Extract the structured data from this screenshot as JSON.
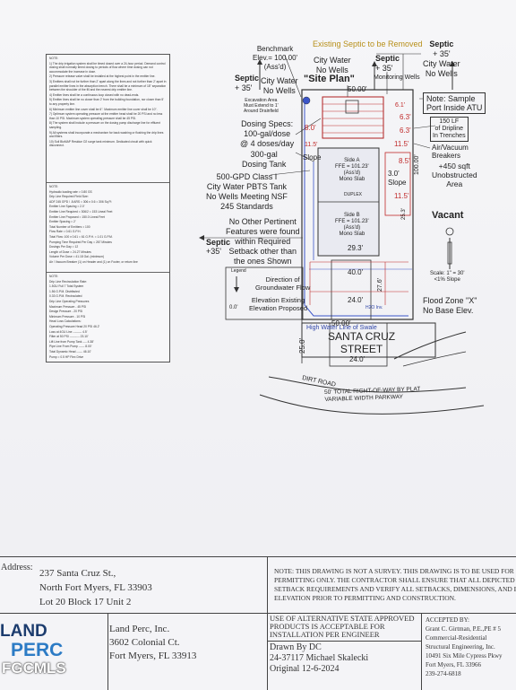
{
  "notes": {
    "sections": [
      [
        "NOTE:",
        "1) The drip irrigation system shall be timed dosed over a 24-hour period. Demand control dosing shall normally timed dosing to periods of flow where time dosing can not accommodate the increase in dose.",
        "2) Pressure release valve shall be installed at the highest point in the emitter line.",
        "3) Emitters shall not be further than 2' apart along the lines and not further than 2' apart in parallel emitter lines in the absorption trench. There shall be a minimum of 18\" separation between the shoulder of the fill and the nearest drip emitter line.",
        "4) Emitter lines shall be a continuous loop closed with no dead-ends.",
        "5) Emitter lines shall be no closer than 2' from the building foundation, nor closer than 5' to any property line.",
        "6) Minimum emitter line cover shall be 6\". Maximum emitter line cover shall be 10\".",
        "7) Optimum system operating pressure at the emitter head shall be 20 PSI and no less than 10 PSI. Maximum system operating pressure shall be 45 PSI.",
        "8) The system shall include a pressure on the dosing pump discharge line for effluent sampling.",
        "9) All systems shall incorporate a mechanism for back washing or flushing the drip lines and filters.",
        "10) Soil BioMAP Residue O2 surge tank minimum. Dedicated circuit with quick disconnect."
      ],
      [
        "NOTE:",
        "Hydraulic loading rate = 0.80 GS",
        "Drip Line Required Field Size:",
        "ADF 245 GPD / .8 ARS = 306 x 0.6 = 306 Sq Ft",
        "Emitter Line Spacing = 2.0'",
        "Emitter Line Required = 306/2 = 153 Lineal Feet",
        "Emitter Line Proposed = 150.0 Lineal Feet",
        "Emitter Spacing = 2'",
        "Total Number of Emitters = 100",
        "Flow Rate = 0.61 G.P.H.",
        "Total Flow: 100 x 0.61 = 61 G.P.H. = 1.01 G.P.M.",
        "Pumping Time Required Per Day = 267 Minutes",
        "Dosings Per Day = 12",
        "Length of Dose = 24.27 Minutes",
        "Volume Per Dose = 41.18 Gal. (minimum)",
        "Air / Vacuum Breaker (1) on Header and (1) on Footer, or return line"
      ],
      [
        "NOTE:",
        "Drip Line Recirculation Rate:",
        "1.5GU Full 7 Total System",
        "1.56 G.P.M. Distributed",
        "0.33 G.P.M. Recirculated",
        "Drip Line Operating Pressures",
        "Maximum Pressure - 45 PSI",
        "Design Pressure - 20 PSI",
        "Minimum Pressure - 10 PSI",
        "Head Loss Calculations:",
        "Operating Pressure Head 20 PSI 46.2'",
        "Loss at 4GU Line --------- 4.5'",
        "Filter at 50 PSI ---------- 23.10'",
        "Lift Line from Pump Tank ---- 4.38'",
        "Pipe Line From Pump ------ 8.00'",
        "Total Dynamic Head ------ 46.10'",
        "Pump = 0.5 HP Flex Drive"
      ]
    ]
  },
  "plan": {
    "existing_septic": "Existing Septic to be Removed",
    "benchmark_lines": [
      "Benchmark",
      "Elev.= 100.00'",
      "(Ass'd)"
    ],
    "site_plan": "\"Site Plan\"",
    "city_water_no_wells_top": [
      "City Water",
      "No Wells"
    ],
    "septic_top_left": [
      "Septic",
      "+ 35'"
    ],
    "city_water_no_wells_mid": [
      "City Water",
      "No Wells"
    ],
    "septic_top_right": [
      "Septic",
      "+ 35'"
    ],
    "monitoring_wells": "Monitoring Wells",
    "far_right_top": [
      "Septic",
      "+ 35'",
      "City Water",
      "No Wells"
    ],
    "note_sample": [
      "Note: Sample",
      "Port Inside ATU"
    ],
    "dripline": [
      "150 LF",
      "of Dripline",
      "In Trenches"
    ],
    "air_vacuum": [
      "Air/Vacuum",
      "Breakers"
    ],
    "unobstructed": [
      "+450 sqft",
      "Unobstructed",
      "Area"
    ],
    "vacant": "Vacant",
    "scale": [
      "Scale: 1\" = 30'",
      "<1% Slope"
    ],
    "flood_zone": [
      "Flood Zone \"X\"",
      "No Base Elev."
    ],
    "excavation": [
      "Excavation Area",
      "Must Extend to 1'",
      "Around Drainfield"
    ],
    "dosing_specs": [
      "Dosing Specs:",
      "100-gal/dose",
      "@ 4 doses/day"
    ],
    "dosing_tank": [
      "300-gal",
      "Dosing Tank"
    ],
    "pbts": [
      "500-GPD Class I",
      "City Water  PBTS Tank",
      "No Wells Meeting NSF",
      "245 Standards"
    ],
    "no_other": [
      "No Other Pertinent",
      "Features were found",
      "within Required",
      "Setback other than",
      "the ones  Shown"
    ],
    "septic_left": [
      "Septic",
      "+35'"
    ],
    "legend": [
      "Legend",
      "Direction of",
      "Groundwater Flow",
      "Elevation Existing",
      "Elevation Proposed"
    ],
    "side_a": [
      "Side A",
      "FFE = 101.23'",
      "(Ass'd)",
      "Mono Slab"
    ],
    "duplex": "DUPLEX",
    "side_b": [
      "Side B",
      "FFE = 101.23'",
      "(Ass'd)",
      "Mono Slab"
    ],
    "dims": {
      "top_width": "50.00'",
      "bottom_width": "50.00'",
      "right_depth": "100.00'",
      "lot_w_40": "40.0'",
      "lot_w_24": "24.0'",
      "lot_w_293": "29.3'",
      "d_276": "27.6'",
      "d_253": "25.3'",
      "d_0": "0.0'",
      "s_25": "25.0'",
      "s_24": "24.0'",
      "d_61": "6.1'",
      "d_85": "8.5'",
      "d_30": "3.0'",
      "d_63a": "6.3'",
      "d_63b": "6.3'",
      "d_115a": "11.5'",
      "d_115b": "11.5'",
      "d_80": "8.0'",
      "d_115c": "11.5'"
    },
    "slope": "Slope",
    "high_water": "High Water Line of Swale",
    "street": [
      "SANTA CRUZ",
      "STREET"
    ],
    "dirt_road": "DIRT ROAD",
    "row": [
      "50' TOTAL RIGHT-OF-WAY BY PLAT",
      "VARIABLE WIDTH PARKWAY"
    ],
    "h2o": "H2O Inv."
  },
  "titleblock": {
    "address_label": "Address:",
    "address": [
      "237 Santa Cruz St.,",
      "North Fort Myers, FL 33903",
      "Lot 20 Block 17 Unit 2"
    ],
    "disclaimer": "NOTE: THIS DRAWING IS NOT A SURVEY. THIS DRAWING IS TO BE USED FOR PERMITTING ONLY. THE CONTRACTOR SHALL ENSURE THAT ALL DEPICTED SETBACK REQUIREMENTS AND VERIFY ALL SETBACKS, DIMENSIONS, AND ELEVATION PRIOR TO PERMITTING AND CONSTRUCTION.",
    "disclaimer_lines": [
      "NOTE: THIS DRAWING IS NOT A SURVEY. THIS DRAWING IS TO BE USED FOR",
      "PERMITTING ONLY. THE CONTRACTOR SHALL ENSURE THAT ALL DEPICTED",
      "SETBACK REQUIREMENTS AND VERIFY ALL SETBACKS, DIMENSIONS, AND E",
      "ELEVATION PRIOR TO PERMITTING AND CONSTRUCTION."
    ],
    "logo_line1": "LAND",
    "logo_line2": "PERC",
    "company": [
      "Land Perc, Inc.",
      "3602 Colonial Ct.",
      "Fort Myers, FL 33913"
    ],
    "alt_state": [
      "USE OF ALTERNATIVE STATE APPROVED",
      "PRODUCTS IS ACCEPTABLE FOR",
      "INSTALLATION PER ENGINEER"
    ],
    "drawn_by": [
      "Drawn By DC",
      "24-37117 Michael Skalecki",
      "Original 12-6-2024"
    ],
    "accepted_by": [
      "ACCEPTED BY:",
      "Grant C. Girtman, P.E.,PE # 5",
      "Commercial-Residential",
      "Structural Engineering, Inc.",
      "10491 Six Mile Cypress Pkwy",
      "Fort Myers, FL 33966",
      "239-274-6818"
    ]
  },
  "watermark": "FGCMLS"
}
